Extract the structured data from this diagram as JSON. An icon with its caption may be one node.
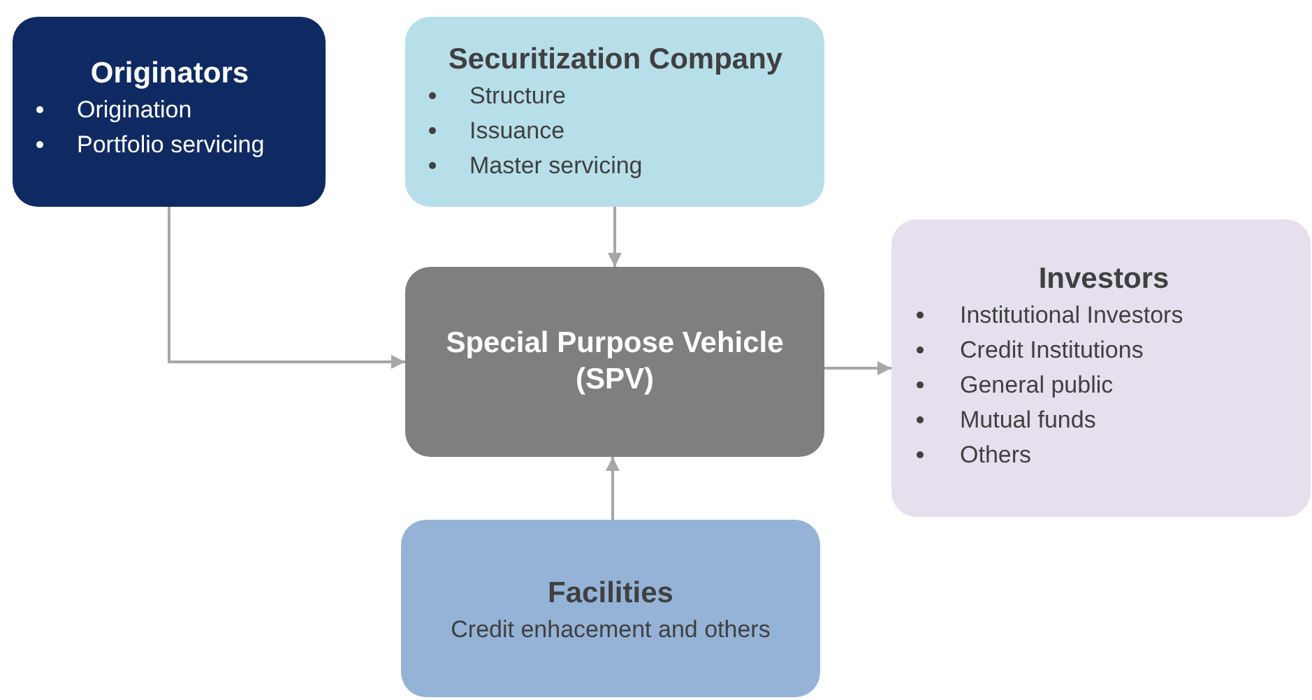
{
  "diagram": {
    "nodes": [
      {
        "text": [
          "Originators",
          "Origination",
          "Portfolio servicing"
        ]
      },
      {
        "text": [
          "Securitization Company",
          "Structure",
          "Issuance",
          "Master servicing"
        ]
      },
      {
        "text": [
          "Special Purpose Vehicle (SPV)"
        ]
      },
      {
        "text": [
          "Investors",
          "Institutional Investors",
          "Credit Institutions",
          "General public",
          "Mutual funds",
          "Others"
        ]
      },
      {
        "text": [
          "Facilities",
          "Credit enhacement and others"
        ]
      }
    ],
    "edges": [
      {
        "from": 0,
        "to": 2,
        "arrow": "to"
      },
      {
        "from": 1,
        "to": 2,
        "arrow": "to"
      },
      {
        "from": 4,
        "to": 2,
        "arrow": "to"
      },
      {
        "from": 2,
        "to": 3,
        "arrow": "to"
      }
    ]
  }
}
